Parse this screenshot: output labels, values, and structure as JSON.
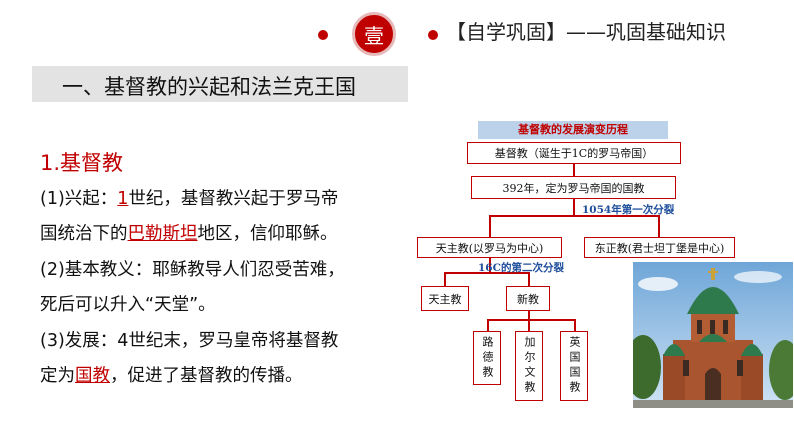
{
  "banner": {
    "badge": "壹",
    "title": "【自学巩固】——巩固基础知识"
  },
  "section": {
    "heading": "一、基督教的兴起和法兰克王国"
  },
  "content": {
    "subtitle": "1.基督教",
    "rise_prefix": "(1)兴起：",
    "rise_century": "1",
    "rise_mid": "世纪，基督教兴起于罗马帝",
    "rise_line2_prefix": "国统治下的",
    "rise_place": "巴勒斯坦",
    "rise_line2_suffix": "地区，信仰耶稣。",
    "doctrine_line1": "(2)基本教义：耶稣教导人们忍受苦难，",
    "doctrine_line2": "死后可以升入“天堂”。",
    "dev_line1": "(3)发展：4世纪末，罗马皇帝将基督教",
    "dev_line2_prefix": "定为",
    "dev_state": "国教",
    "dev_line2_suffix": "，促进了基督教的传播。"
  },
  "diagram": {
    "title": "基督教的发展演变历程",
    "root": "基督教（诞生于1C的罗马帝国）",
    "state_religion": "392年，定为罗马帝国的国教",
    "first_split": "1054年第一次分裂",
    "catholic": "天主教(以罗马为中心)",
    "orthodox": "东正教(君士坦丁堡是中心)",
    "second_split": "16C的第二次分裂",
    "catholic_leaf": "天主教",
    "protestant": "新教",
    "lutheran": "路德教",
    "calvinist": "加尔文教",
    "anglican": "英国国教"
  },
  "colors": {
    "accent": "#c00000",
    "split_label": "#1f4e9c",
    "title_bg": "#bcd2ea",
    "heading_bg": "#e3e3e3"
  }
}
